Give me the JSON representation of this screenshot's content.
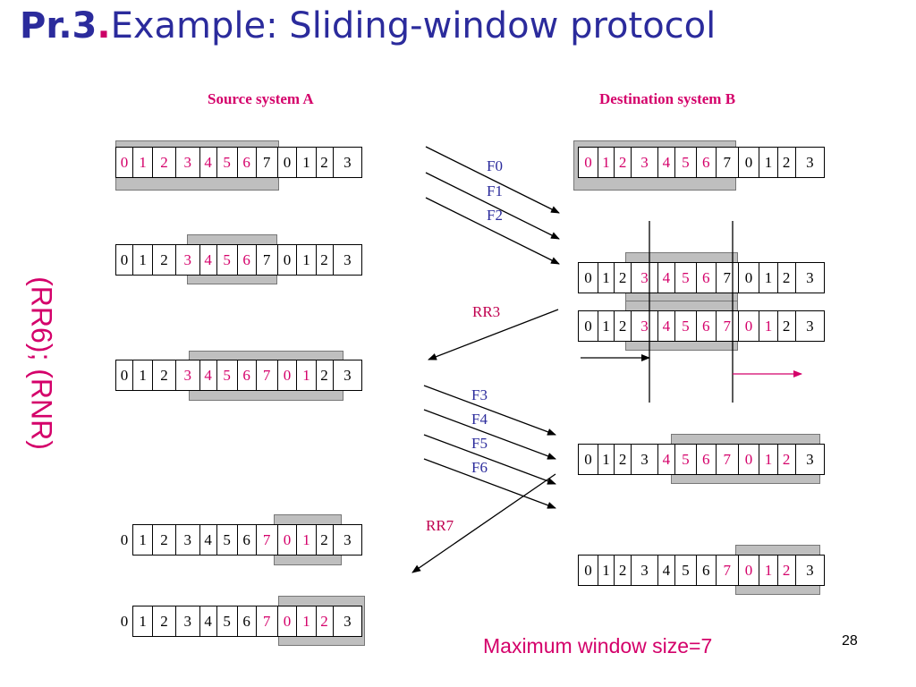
{
  "title": {
    "prefix": "Pr.3",
    "dot": ".",
    "text": "Example: Sliding-window protocol"
  },
  "headers": {
    "source": "Source system A",
    "destination": "Destination system B"
  },
  "side_text": "(RR6); (RNR)",
  "frame_labels": [
    "F0",
    "F1",
    "F2",
    "RR3",
    "F3",
    "F4",
    "F5",
    "F6",
    "RR7"
  ],
  "footer": "Maximum window size=7",
  "page_number": "28",
  "colors": {
    "title_blue": "#2b2b9c",
    "accent_pink": "#d4006a",
    "window_gray": "#bfbfbf"
  },
  "source_rows": [
    {
      "cells": [
        "0",
        "1",
        "2",
        "3",
        "4",
        "5",
        "6",
        "7",
        "0",
        "1",
        "2",
        "3"
      ],
      "red": [
        0,
        1,
        2,
        3,
        4,
        5,
        6
      ]
    },
    {
      "cells": [
        "0",
        "1",
        "2",
        "3",
        "4",
        "5",
        "6",
        "7",
        "0",
        "1",
        "2",
        "3"
      ],
      "red": [
        3,
        4,
        5,
        6
      ]
    },
    {
      "cells": [
        "0",
        "1",
        "2",
        "3",
        "4",
        "5",
        "6",
        "7",
        "0",
        "1",
        "2",
        "3"
      ],
      "red": [
        3,
        4,
        5,
        6,
        7,
        8,
        9
      ]
    },
    {
      "cells": [
        "0",
        "1",
        "2",
        "3",
        "4",
        "5",
        "6",
        "7",
        "0",
        "1",
        "2",
        "3"
      ],
      "red": [
        7,
        8,
        9
      ]
    },
    {
      "cells": [
        "0",
        "1",
        "2",
        "3",
        "4",
        "5",
        "6",
        "7",
        "0",
        "1",
        "2",
        "3"
      ],
      "red": [
        7,
        8,
        9,
        10
      ]
    }
  ],
  "dest_rows": [
    {
      "cells": [
        "0",
        "1",
        "2",
        "3",
        "4",
        "5",
        "6",
        "7",
        "0",
        "1",
        "2",
        "3"
      ],
      "red": [
        0,
        1,
        2,
        3,
        4,
        5,
        6
      ]
    },
    {
      "cells": [
        "0",
        "1",
        "2",
        "3",
        "4",
        "5",
        "6",
        "7",
        "0",
        "1",
        "2",
        "3"
      ],
      "red": [
        3,
        4,
        5,
        6
      ]
    },
    {
      "cells": [
        "0",
        "1",
        "2",
        "3",
        "4",
        "5",
        "6",
        "7",
        "0",
        "1",
        "2",
        "3"
      ],
      "red": [
        3,
        4,
        5,
        6,
        7,
        8,
        9
      ]
    },
    {
      "cells": [
        "0",
        "1",
        "2",
        "3",
        "4",
        "5",
        "6",
        "7",
        "0",
        "1",
        "2",
        "3"
      ],
      "red": [
        4,
        5,
        6,
        7,
        8,
        9,
        10
      ]
    },
    {
      "cells": [
        "0",
        "1",
        "2",
        "3",
        "4",
        "5",
        "6",
        "7",
        "0",
        "1",
        "2",
        "3"
      ],
      "red": [
        7,
        8,
        9,
        10
      ]
    }
  ]
}
